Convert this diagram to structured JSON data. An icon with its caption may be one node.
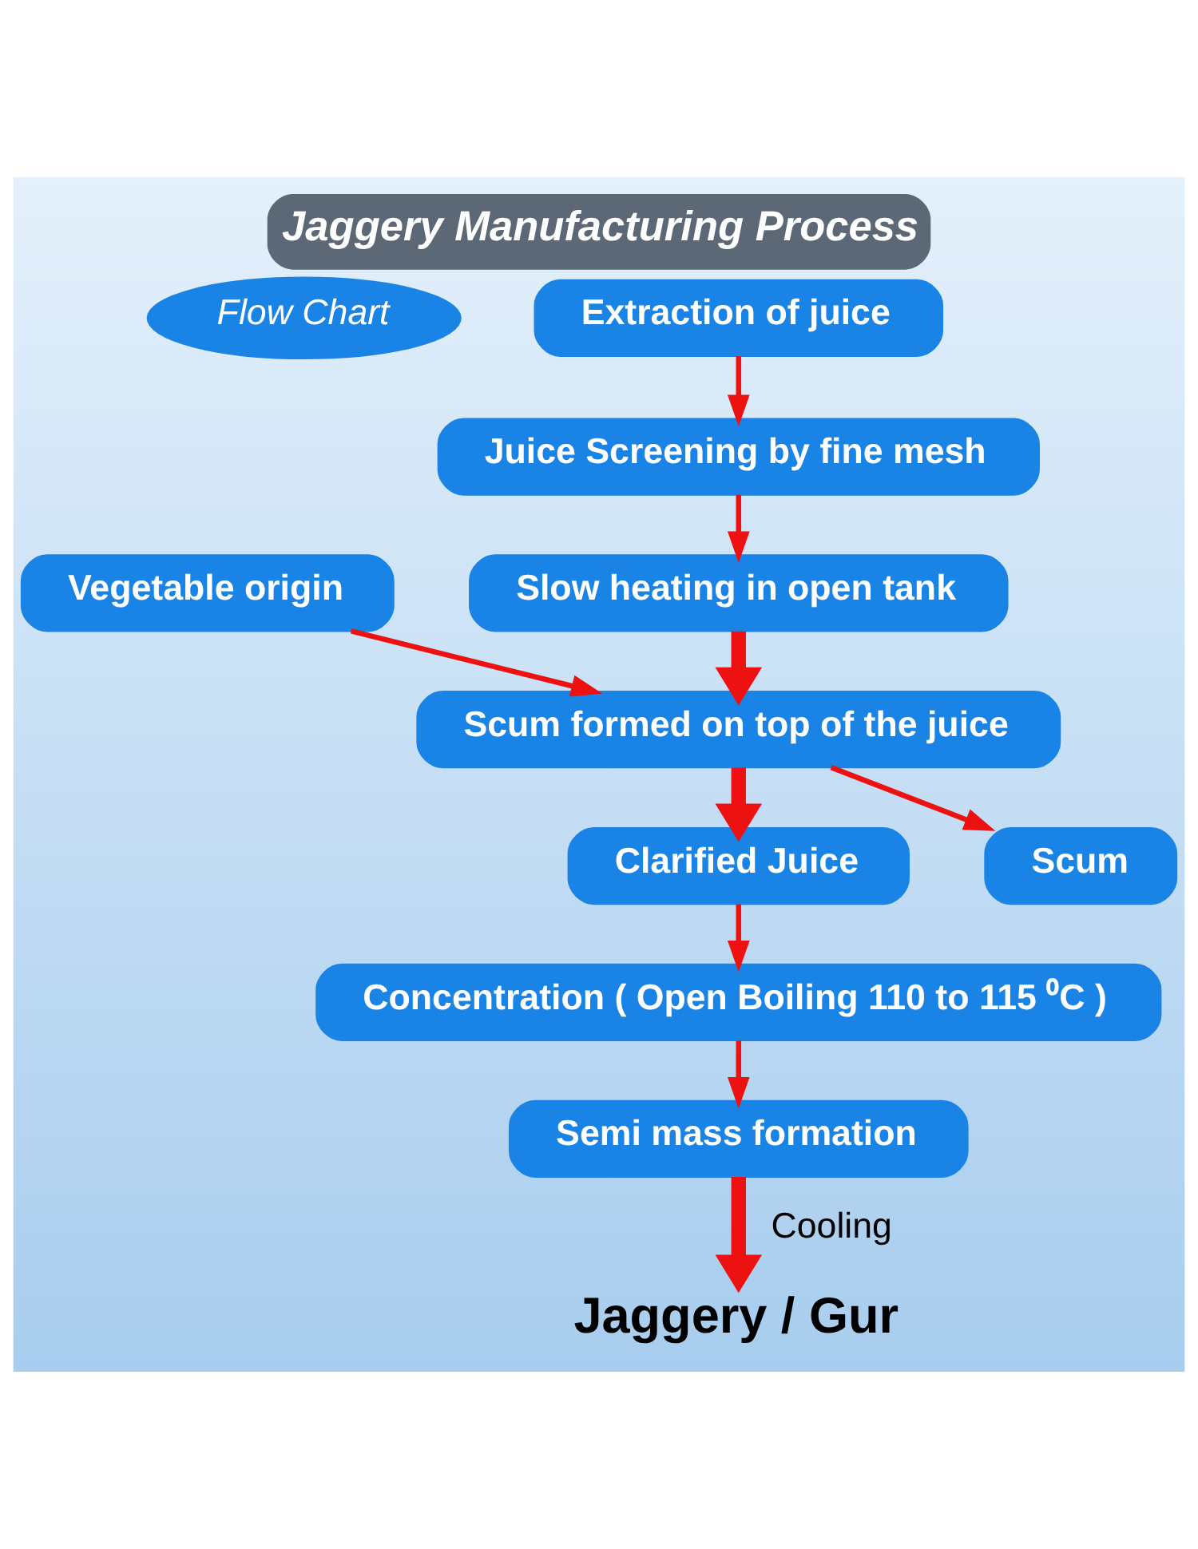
{
  "diagram": {
    "title": "Jaggery Manufacturing Process",
    "nodes": [
      {
        "text": [
          "Flow Chart"
        ]
      },
      {
        "text": [
          "Extraction of juice"
        ]
      },
      {
        "text": [
          "Juice Screening by fine mesh"
        ]
      },
      {
        "text": [
          "Slow heating in open tank"
        ]
      },
      {
        "text": [
          "Vegetable origin"
        ]
      },
      {
        "text": [
          "Scum formed on top of the juice"
        ]
      },
      {
        "text": [
          "Scum"
        ]
      },
      {
        "text": [
          "Clarified Juice"
        ]
      },
      {
        "text": [
          "Concentration ( Open Boiling 110 to 115 ⁰C )"
        ]
      },
      {
        "text": [
          "Semi mass formation"
        ]
      },
      {
        "text": [
          "Jaggery / Gur"
        ]
      }
    ],
    "edges": [
      {
        "from": 1,
        "to": 2,
        "arrow": "to"
      },
      {
        "from": 2,
        "to": 3,
        "arrow": "to"
      },
      {
        "from": 3,
        "to": 5,
        "arrow": "to",
        "style": "thick"
      },
      {
        "from": 4,
        "to": 5,
        "arrow": "to"
      },
      {
        "from": 5,
        "to": 7,
        "arrow": "to",
        "style": "thick"
      },
      {
        "from": 5,
        "to": 6,
        "arrow": "to"
      },
      {
        "from": 7,
        "to": 8,
        "arrow": "to"
      },
      {
        "from": 8,
        "to": 9,
        "arrow": "to"
      },
      {
        "from": 9,
        "to": 10,
        "arrow": "to",
        "style": "thick",
        "label": "Cooling"
      }
    ]
  }
}
